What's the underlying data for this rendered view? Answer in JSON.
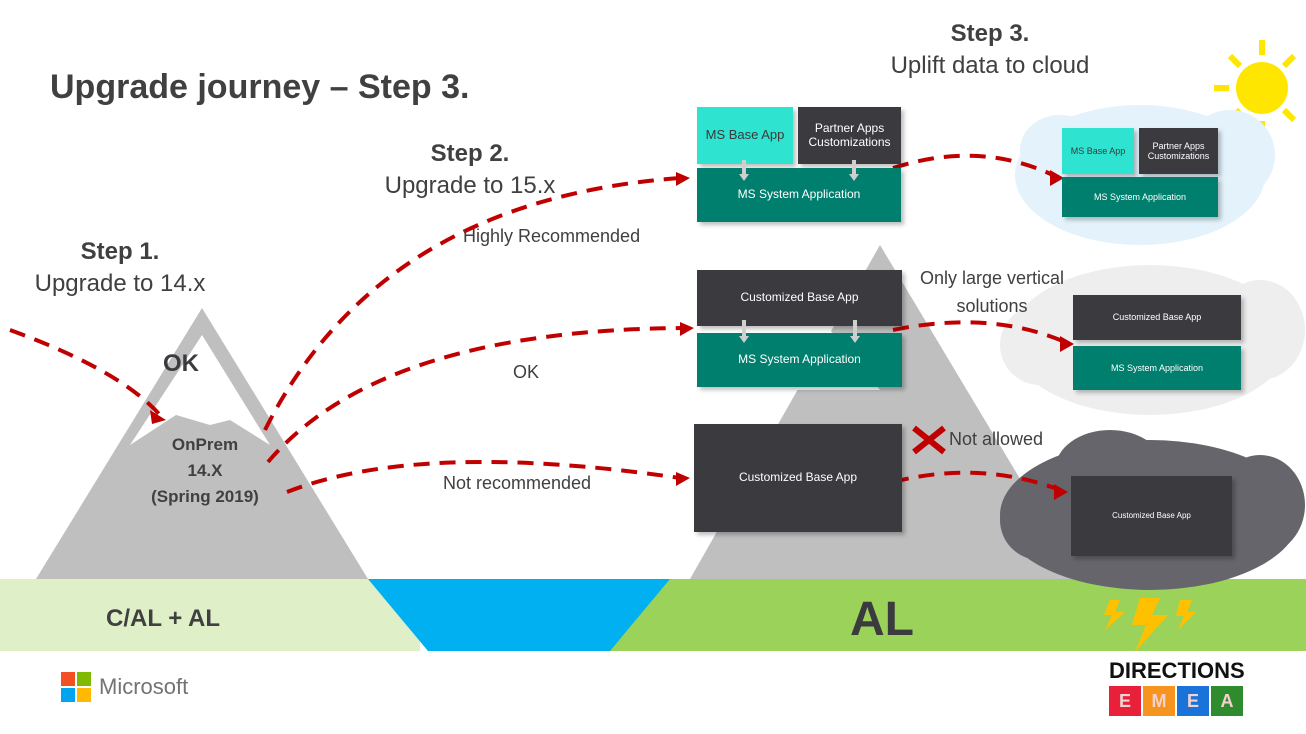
{
  "title": "Upgrade journey – Step 3.",
  "steps": [
    {
      "head": "Step 1.",
      "sub": "Upgrade to 14.x"
    },
    {
      "head": "Step 2.",
      "sub": "Upgrade to 15.x"
    },
    {
      "head": "Step 3.",
      "sub": "Uplift data to cloud"
    }
  ],
  "mountain_left": {
    "ok_label": "OK",
    "onprem_lines": [
      "OnPrem",
      "14.X",
      "(Spring 2019)"
    ]
  },
  "paths": [
    {
      "label": "Highly Recommended"
    },
    {
      "label": "OK"
    },
    {
      "label": "Not recommended"
    }
  ],
  "step3_notes": {
    "only_large": "Only large vertical solutions",
    "not_allowed": "Not allowed"
  },
  "boxes": {
    "ms_base_app": "MS Base App",
    "partner_apps": "Partner Apps Customizations",
    "ms_system_app": "MS System Application",
    "customized_base_app": "Customized Base App"
  },
  "ground": {
    "left_label": "C/AL + AL",
    "right_label": "AL"
  },
  "footer": {
    "microsoft": "Microsoft",
    "directions": "DIRECTIONS",
    "emea": [
      "E",
      "M",
      "E",
      "A"
    ]
  },
  "colors": {
    "teal": "#007f6e",
    "cyan": "#2ee3d0",
    "dark": "#3b3a3f",
    "arrow": "#c00000",
    "ground_left": "#dff0c8",
    "ground_right": "#9bd35a",
    "water": "#00b0f0",
    "mountain": "#bfbfbf",
    "sun": "#ffe600"
  }
}
